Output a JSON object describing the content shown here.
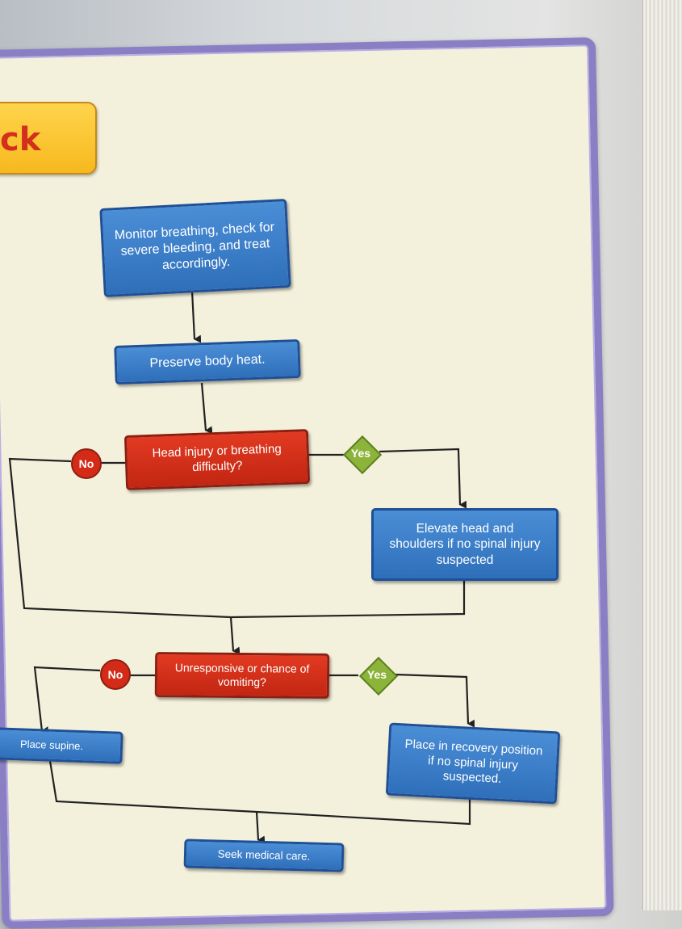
{
  "title": {
    "text": "ck"
  },
  "nodes": {
    "monitor": "Monitor breathing, check for severe bleeding, and treat accordingly.",
    "preserve_heat": "Preserve body heat.",
    "decision_head_injury": "Head injury or breathing difficulty?",
    "elevate": "Elevate head and shoulders if no spinal injury suspected",
    "decision_unresponsive": "Unresponsive or chance of vomiting?",
    "place_supine": "Place supine.",
    "recovery_position": "Place in recovery position if no spinal injury suspected.",
    "seek_care": "Seek medical care."
  },
  "labels": {
    "no": "No",
    "yes": "Yes"
  },
  "colors": {
    "action_box": "#3a7dc9",
    "decision_box": "#d9301a",
    "yes_badge": "#8cb43a",
    "no_badge": "#d42a18",
    "panel_border": "#8a7fc4",
    "panel_fill": "#f3f1dc"
  }
}
